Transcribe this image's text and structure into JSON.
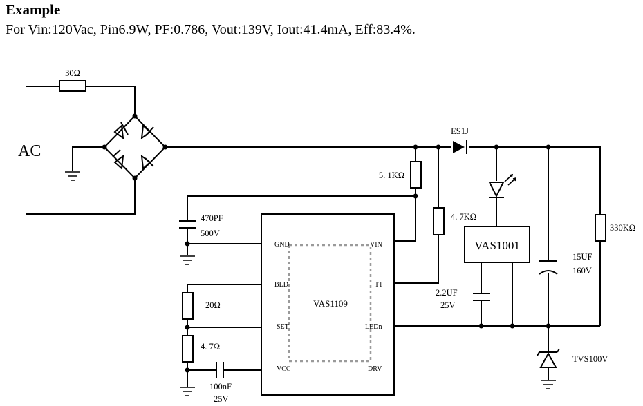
{
  "header": {
    "title": "Example",
    "subtitle": "For Vin:120Vac, Pin6.9W, PF:0.786, Vout:139V, Iout:41.4mA, Eff:83.4%."
  },
  "schematic": {
    "ac_label": "AC",
    "r_input": "30Ω",
    "diode_es1j": "ES1J",
    "r_5k1": "5. 1KΩ",
    "r_4k7": "4. 7KΩ",
    "cap_470pf": "470PF",
    "cap_470pf_voltage": "500V",
    "cap_2u2": "2.2UF",
    "cap_2u2_voltage": "25V",
    "cap_15u": "15UF",
    "cap_15u_voltage": "160V",
    "r_330k": "330KΩ",
    "ic_vas1001": "VAS1001",
    "ic_vas1109": "VAS1109",
    "r_20": "20Ω",
    "r_4r7": "4. 7Ω",
    "cap_100nf": "100nF",
    "cap_100nf_voltage": "25V",
    "tvs": "TVS100V",
    "pins": {
      "gnd": "GND",
      "vin": "VIN",
      "bld": "BLD",
      "t1": "T1",
      "set": "SET",
      "ledn": "LEDn",
      "vcc": "VCC",
      "drv": "DRV"
    }
  }
}
